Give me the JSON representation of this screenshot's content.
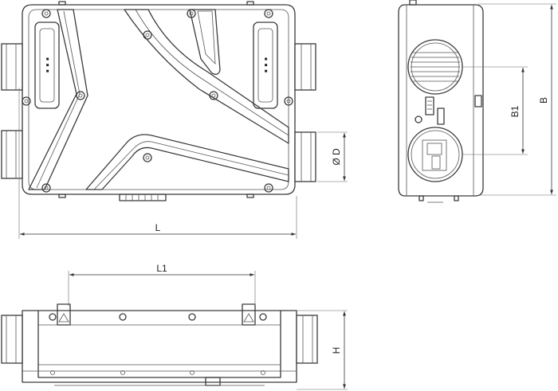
{
  "dimensions": {
    "length": "L",
    "length_inner": "L1",
    "duct_diameter": "Ø D",
    "width": "B",
    "width_inner": "B1",
    "height": "H"
  },
  "colors": {
    "line": "#3a3a3a",
    "background": "#ffffff"
  }
}
